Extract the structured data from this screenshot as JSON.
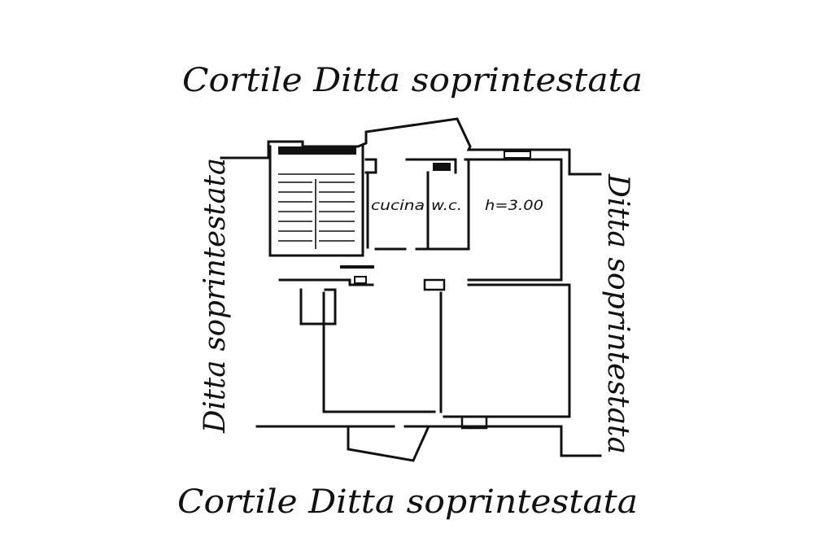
{
  "labels": {
    "top_courtyard": "Cortile Ditta soprintestata",
    "bottom_courtyard": "Cortile Ditta soprintestata",
    "left_neighbor": "Ditta soprintestata",
    "right_neighbor": "Ditta soprintestata"
  },
  "rooms": {
    "kitchen": "cucina",
    "wc": "w.c.",
    "height": "h=3.00"
  },
  "colors": {
    "ink": "#111111",
    "paper": "#ffffff"
  }
}
